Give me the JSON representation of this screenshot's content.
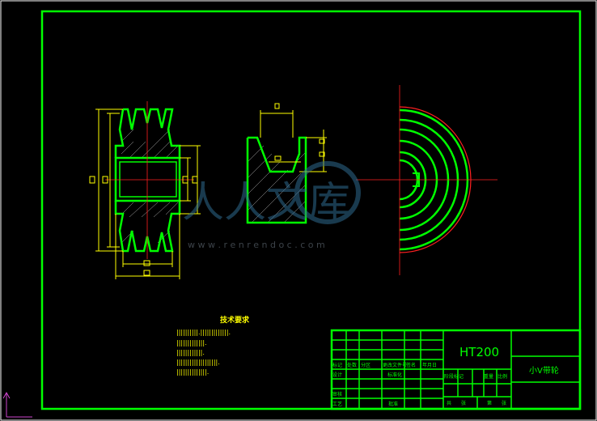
{
  "drawing": {
    "colors": {
      "background": "#000000",
      "frame": "#00ff00",
      "dimension": "#ffff00",
      "centerline": "#ff2020",
      "section": "#ffffff",
      "watermark": "#2f6b8f"
    },
    "tech_requirements": {
      "title": "技术要求",
      "lines": [
        "||||||||||.|||||||||||||.",
        "|||||||||||||.",
        "||||||||||||.",
        "|||||||||||||||||||.",
        "||||||||||||||."
      ]
    },
    "title_block": {
      "material": "HT200",
      "part_name": "小V带轮",
      "row_labels_left": [
        "标记",
        "处数",
        "分区",
        "更改文件号",
        "签名",
        "年月日"
      ],
      "row_labels_mid": [
        "设计",
        "标准化"
      ],
      "row_labels_right": [
        "阶段标记",
        "重量",
        "比例"
      ],
      "bottom_labels": [
        "审核",
        "工艺",
        "批准"
      ],
      "sheet_labels": [
        "共",
        "张",
        "第",
        "张"
      ]
    },
    "watermark": {
      "chars": "人人文库",
      "url": "w w w . r e n r e n d o c . c o m"
    }
  }
}
